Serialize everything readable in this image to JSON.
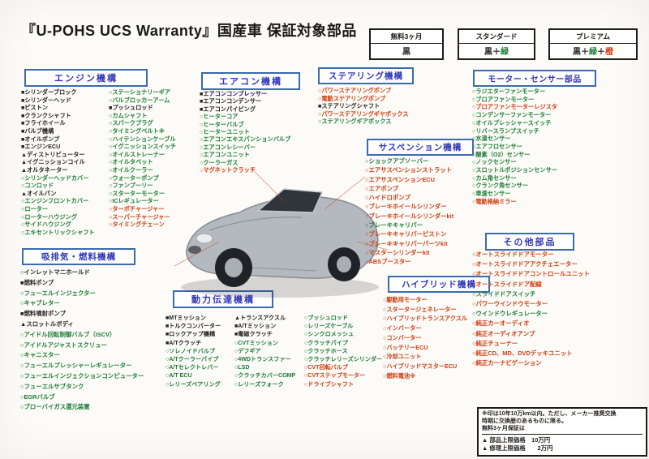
{
  "title": "『U-POHS UCS Warranty』国産車 保証対象部品",
  "legend": {
    "boxes": [
      {
        "label": "無料3ヶ月",
        "value": [
          "k|黒"
        ]
      },
      {
        "label": "スタンダード",
        "value": [
          "k|黒",
          "k|＋",
          "g|緑"
        ]
      },
      {
        "label": "プレミアム",
        "value": [
          "k|黒",
          "k|＋",
          "g|緑",
          "k|＋",
          "r|橙"
        ]
      }
    ]
  },
  "colors": {
    "black": "#26231f",
    "green": "#1c7c35",
    "orange": "#cf3c0e",
    "header_blue": "#3038b8"
  },
  "sections": {
    "engine": {
      "title": "エンジン機構",
      "col1": [
        "k|■シリンダーブロック",
        "k|■シリンダーヘッド",
        "k|■ピストン",
        "k|■クランクシャフト",
        "k|■フライホイール",
        "k|■バルブ機構",
        "k|■オイルポンプ",
        "k|■エンジンECU",
        "k|▲ディストリビューター",
        "k|▲イグニッションコイル",
        "k|▲オルタネーター",
        "g|○シリンダーヘッドカバー",
        "g|○コンロッド",
        "k|▲オイルパン",
        "g|○エンジンフロントカバー",
        "g|○ローター",
        "g|○ローターハウジング",
        "g|○サイドハウジング",
        "g|○エキセントリックシャフト"
      ],
      "col2": [
        "g|○ステーショナリーギア",
        "g|○バルブロッカーアーム",
        "k|■プッシュロッド",
        "g|○カムシャフト",
        "g|○スパークプラグ",
        "g|○タイミングベルト※",
        "g|○ハイテンションケーブル",
        "g|○イグニッションスイッチ",
        "g|○オイルストレーナー",
        "g|○オイルタペット",
        "g|○オイルクーラー",
        "g|○ウォーターポンプ",
        "g|○ファンプーリー",
        "g|○スターターモーター",
        "g|○ICレギュレーター",
        "r|○ターボチャージャー",
        "r|○スーパーチャージャー",
        "r|○タイミングチェーン"
      ]
    },
    "aircon": {
      "title": "エアコン機構",
      "items": [
        "k|■エアコンコンプレッサー",
        "k|■エアコンコンデンサー",
        "k|■エアコンパイピング",
        "g|○ヒーターコア",
        "g|○ヒーターバルブ",
        "g|○ヒーターユニット",
        "g|○エアコンエキスパンションバルブ",
        "g|○エアコンレシーバー",
        "g|○エアコンユニット",
        "g|○クーラーガス",
        "r|○マグネットクラッチ"
      ]
    },
    "steering": {
      "title": "ステアリング機構",
      "items": [
        "r|○パワーステアリングポンプ",
        "r|○電動ステアリングポンプ",
        "k|■ステアリングシャフト",
        "r|○パワーステアリングギヤボックス",
        "g|○ステアリングギアボックス"
      ]
    },
    "motor": {
      "title": "モーター・センサー部品",
      "items": [
        "g|○ラジエターファンモーター",
        "g|○ブロアファンモーター",
        "r|○ブロアファンモーターレジスタ",
        "g|○コンデンサーファンモーター",
        "g|○オイルプレッシャースイッチ",
        "g|○リバースランプスイッチ",
        "g|○水温センサー",
        "g|○エアフロセンサー",
        "g|○酸素（O2）センサー",
        "g|○ノックセンサー",
        "g|○スロットルポジションセンサー",
        "g|○カム角センサー",
        "g|○クランク角センサー",
        "g|○車速センサー",
        "r|○電動格納ミラー"
      ]
    },
    "susp": {
      "title": "サスペンション機構",
      "items": [
        "g|○ショックアブソーバー",
        "r|○エアサスペンションストラット",
        "r|○エアサスペンションECU",
        "r|○エアポンプ",
        "r|○ハイドロポンプ",
        "r|○ブレーキホイールシリンダー",
        "r|○ブレーキホイールシリンダーkit",
        "g|○ブレーキキャリパー",
        "r|○ブレーキキャリパーピストン",
        "r|○ブレーキキャリパーパーツkit",
        "r|○マスターシリンダーkit",
        "r|○ABSブースター"
      ]
    },
    "others": {
      "title": "その他部品",
      "items": [
        "r|○オートスライドドアモーター",
        "r|○オートスライドドアアクチェエーター",
        "r|○オートスライドドアコントロールユニット",
        "r|○オートスライドドア配線",
        "g|○スライドドアスイッチ",
        "r|○パワーウインドウモーター",
        "g|○ウインドウレギュレーター",
        "r|○純正カーオーディオ",
        "r|○純正オーディオアンプ",
        "r|○純正チューナー",
        "r|○純正CD、MD、DVDデッキユニット",
        "r|○純正カーナビゲーション"
      ]
    },
    "intake": {
      "title": "吸排気・燃料機構",
      "items": [
        "k|○インレットマニホールド",
        "k|■燃料ポンプ",
        "g|○フューエルインジェクター",
        "g|○キャブレター",
        "k|■燃料噴射ポンプ",
        "k|▲スロットルボディ",
        "g|○アイドル回転制御バルブ（ISCV）",
        "g|○アイドルアジャストスクリュー",
        "g|○キャニスター",
        "g|○フューエルプレッシャーレギュレーター",
        "g|○フューエルインジェクションコンピューター",
        "g|○フューエルサブタンク",
        "g|○EGRバルブ",
        "g|○ブローバイガス還元装置"
      ]
    },
    "trans": {
      "title": "動力伝達機構",
      "col1": [
        "k|■MTミッション",
        "k|■トルクコンバーター",
        "k|■ロックアップ機構",
        "k|■A/Tクラッチ",
        "g|○ソレノイドバルブ",
        "g|○A/Tクーラーパイプ",
        "g|○A/Tセレクトレバー",
        "g|○A/T ECU",
        "g|○レリーズベアリング"
      ],
      "col2": [
        "k|▲トランスアクスル",
        "k|■A/Tミッション",
        "k|■電磁クラッチ",
        "g|○CVTミッション",
        "g|○デフギア",
        "g|○4WDトランスファー",
        "g|○LSD",
        "g|○クラッチカバーCOMP",
        "g|○レリーズフォーク"
      ],
      "col3": [
        "g|○プッシュロッド",
        "g|○レリーズケーブル",
        "g|○シンクロメッシュ",
        "g|○クラッチパイプ",
        "g|○クラッチホース",
        "g|○クラッチレリーズシリンダー",
        "r|○CVT回転バルブ",
        "r|○CVTステップモーター",
        "r|○ドライブシャフト"
      ]
    },
    "hybrid": {
      "title": "ハイブリッド機構",
      "items": [
        "r|○駆動用モーター",
        "r|○スタータージェネレーター",
        "r|○ハイブリッドトランスアクスル",
        "r|○インバーター",
        "r|○コンバーター",
        "r|○バッテリーECU",
        "r|○冷却ユニット",
        "r|○ハイブリッドマスターECU",
        "r|○燃料電池※"
      ]
    }
  },
  "note": {
    "lines": [
      "※印は10年10万km以内。ただし、メーカー推奨交換",
      "時期に交換歴のあるものに限る。",
      "無料3ヶ月保証は"
    ],
    "limits": [
      "k|▲ 部品上限価格　10万円",
      "k|▲ 修理上限価格　　2万円"
    ]
  }
}
